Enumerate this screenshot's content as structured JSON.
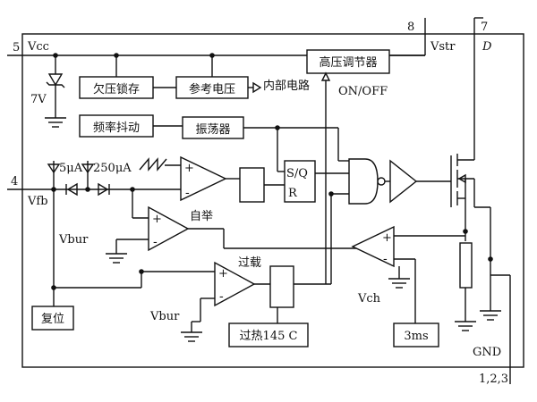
{
  "pins": {
    "vcc": "Vcc",
    "vcc_num": "5",
    "vstr": "Vstr",
    "vstr_num": "8",
    "d": "D",
    "d_num": "7",
    "vfb": "Vfb",
    "vfb_num": "4",
    "gnd": "GND",
    "gnd_num": "1,2,3"
  },
  "blocks": {
    "uvlo": "欠压锁存",
    "vref": "参考电压",
    "internal": "内部电路",
    "hv_reg": "高压调节器",
    "on_off": "ON/OFF",
    "jitter": "频率抖动",
    "osc": "振荡器",
    "reset": "复位",
    "otp": "过热145 C",
    "t3ms": "3ms"
  },
  "labels": {
    "zener": "7V",
    "i5": "5μA",
    "i250": "250μA",
    "sq": "S/Q",
    "r": "R",
    "auto": "自举",
    "overload": "过载",
    "vbur1": "Vbur",
    "vbur2": "Vbur",
    "vch": "Vch",
    "plus": "+",
    "minus": "-"
  },
  "colors": {
    "line": "#111111",
    "background": "#ffffff"
  }
}
